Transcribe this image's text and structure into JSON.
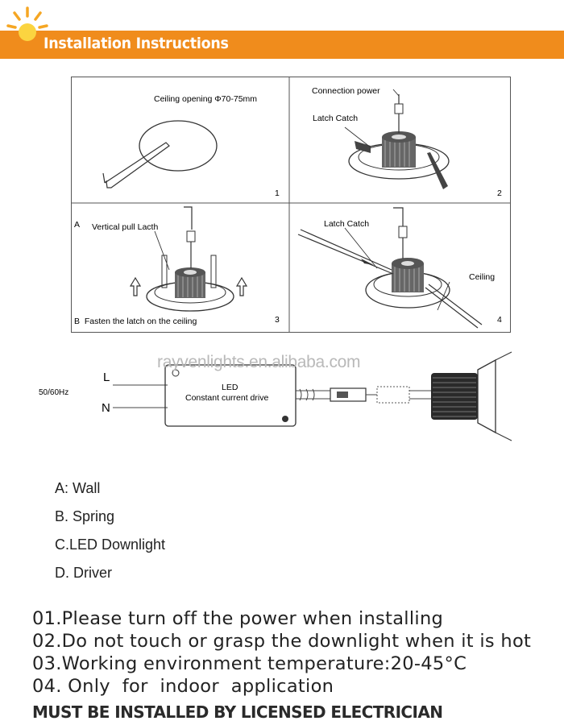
{
  "header": {
    "title": "Installation Instructions",
    "accent_color": "#f08c1c"
  },
  "steps": [
    {
      "number": "1",
      "label": "Ceiling opening Φ70-75mm"
    },
    {
      "number": "2",
      "labels": [
        "Connection power",
        "Latch Catch"
      ]
    },
    {
      "number": "3",
      "labels": [
        "A",
        "Vertical pull Lacth",
        "B  Fasten the latch on the ceiling"
      ]
    },
    {
      "number": "4",
      "labels": [
        "Latch Catch",
        "Ceiling"
      ]
    }
  ],
  "wiring": {
    "frequency": "50/60Hz",
    "line_label": "L",
    "neutral_label": "N",
    "driver_line1": "LED",
    "driver_line2": "Constant current drive",
    "watermark": "rayvenlights.en.alibaba.com"
  },
  "legend": [
    "A: Wall",
    "B. Spring",
    "C.LED Downlight",
    "D. Driver"
  ],
  "notes": [
    "01.Please turn off the power when installing",
    "02.Do not touch or grasp the downlight when it is hot",
    "03.Working environment temperature:20-45°C",
    "04. Only  for  indoor  application"
  ],
  "warning": "MUST BE INSTALLED BY LICENSED ELECTRICIAN"
}
